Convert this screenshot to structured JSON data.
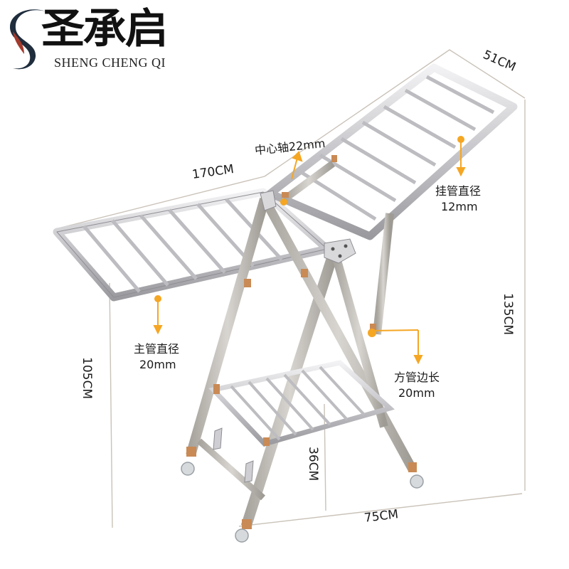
{
  "brand": {
    "logo_icon": "s-swoosh-logo-icon",
    "name_cn": "圣承启",
    "name_en": "SHENG CHENG QI",
    "colors": {
      "swoosh_dark": "#1f2d3d",
      "swoosh_red": "#a33a2c",
      "text": "#111111"
    }
  },
  "dimensions": {
    "total_length": "170CM",
    "wing_width": "51CM",
    "total_height": "135CM",
    "wing_height": "105CM",
    "shelf_height": "36CM",
    "base_width": "75CM"
  },
  "specs": {
    "center_shaft": {
      "label": "中心轴22mm"
    },
    "hanging_tube": {
      "label": "挂管直径",
      "value": "12mm"
    },
    "main_tube": {
      "label": "主管直径",
      "value": "20mm"
    },
    "square_tube": {
      "label": "方管边长",
      "value": "20mm"
    }
  },
  "colors": {
    "annotation_orange": "#f5a623",
    "dimension_line": "#c9c2b8",
    "steel_light": "#e4e4e6",
    "steel_mid": "#b8b8bc",
    "steel_dark": "#8d8d92",
    "joint_copper": "#c98a55"
  }
}
